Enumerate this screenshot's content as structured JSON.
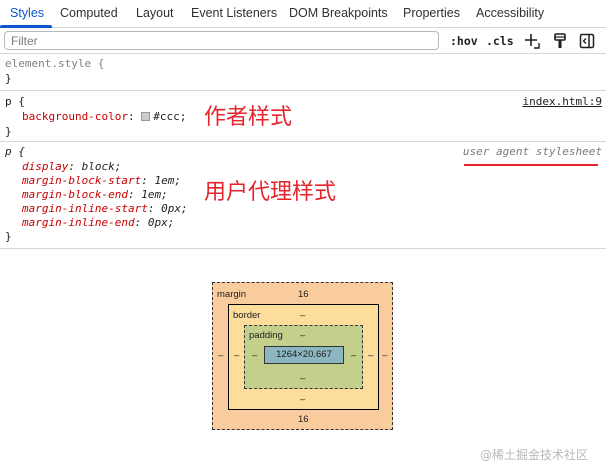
{
  "tabs": [
    {
      "label": "Styles",
      "active": true
    },
    {
      "label": "Computed"
    },
    {
      "label": "Layout"
    },
    {
      "label": "Event Listeners"
    },
    {
      "label": "DOM Breakpoints"
    },
    {
      "label": "Properties"
    },
    {
      "label": "Accessibility"
    }
  ],
  "filter": {
    "placeholder": "Filter",
    "value": "",
    "hov_label": ":hov",
    "cls_label": ".cls"
  },
  "icons": [
    "new-style-rule-icon",
    "paint-brush-icon",
    "toggle-sidebar-icon"
  ],
  "rules": {
    "element_style": {
      "selector": "element.style {",
      "close": "}"
    },
    "author": {
      "selector": "p {",
      "source": "index.html:9",
      "properties": [
        {
          "name": "background-color",
          "value": "#ccc;",
          "swatch": "#cccccc"
        }
      ],
      "close": "}",
      "annotation": "作者样式"
    },
    "user_agent": {
      "selector": "p {",
      "source": "user agent stylesheet",
      "properties": [
        {
          "name": "display",
          "value": "block;"
        },
        {
          "name": "margin-block-start",
          "value": "1em;"
        },
        {
          "name": "margin-block-end",
          "value": "1em;"
        },
        {
          "name": "margin-inline-start",
          "value": "0px;"
        },
        {
          "name": "margin-inline-end",
          "value": "0px;"
        }
      ],
      "close": "}",
      "annotation": "用户代理样式"
    }
  },
  "box_model": {
    "margin": {
      "label": "margin",
      "top": "16",
      "bottom": "16",
      "left": "–",
      "right": "–"
    },
    "border": {
      "label": "border",
      "top": "–",
      "bottom": "–",
      "left": "–",
      "right": "–"
    },
    "padding": {
      "label": "padding",
      "top": "–",
      "bottom": "–",
      "left": "–",
      "right": "–"
    },
    "content": "1264×20.667"
  },
  "colors": {
    "accent": "#0b57d0",
    "annotation": "#e6242c",
    "margin": "#f9cc9d",
    "border": "#fddd9b",
    "padding": "#c3cf8a",
    "content": "#8cb6c0"
  },
  "watermark": "@稀土掘金技术社区"
}
